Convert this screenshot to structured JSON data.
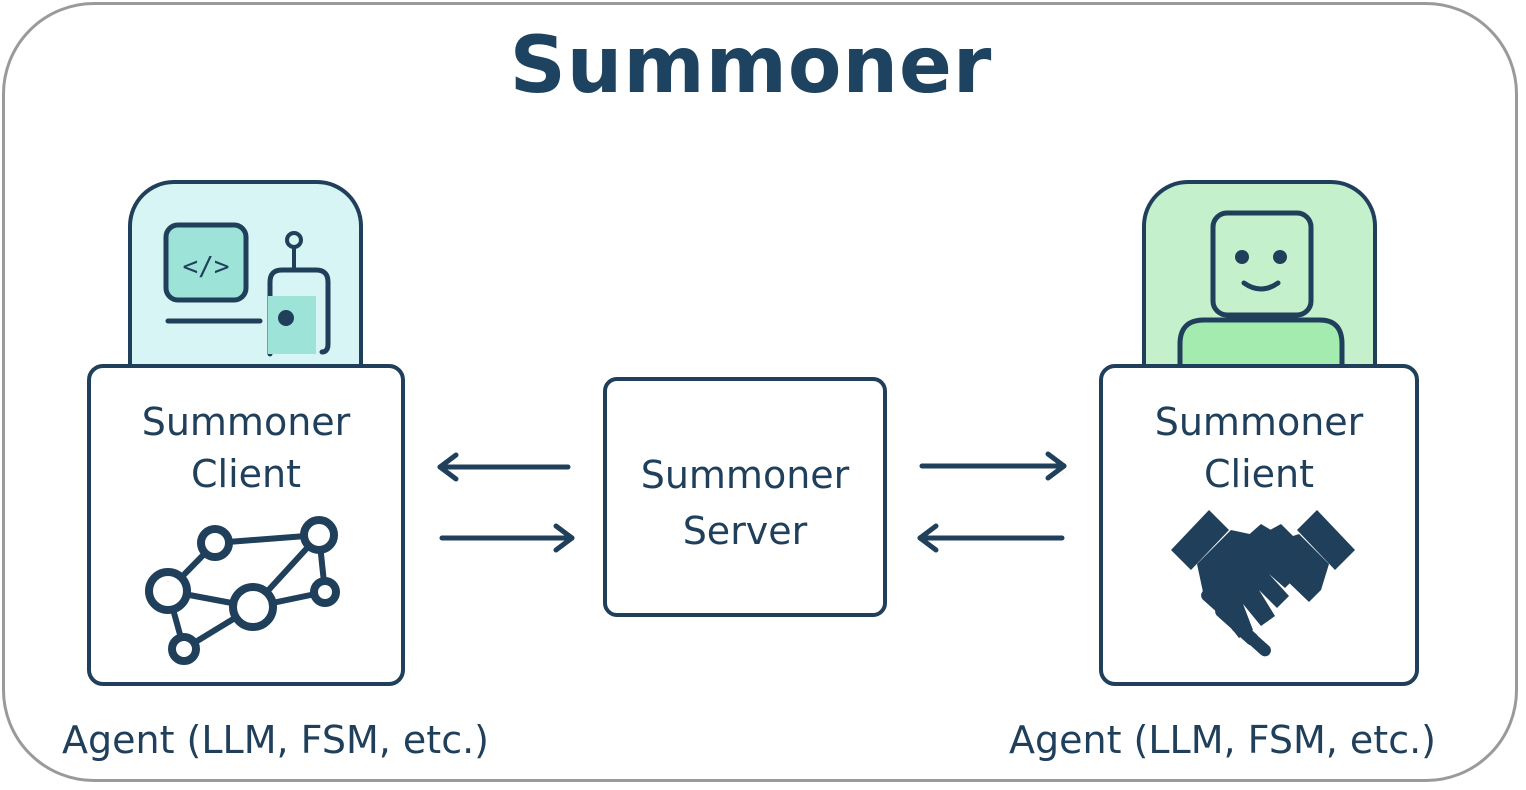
{
  "title": "Summoner",
  "left_client": {
    "label_line1": "Summoner",
    "label_line2": "Client",
    "caption": "Agent (LLM, FSM, etc.)",
    "tab_icon": "code-robot-icon",
    "card_icon": "network-graph-icon"
  },
  "server": {
    "label_line1": "Summoner",
    "label_line2": "Server"
  },
  "right_client": {
    "label_line1": "Summoner",
    "label_line2": "Client",
    "caption": "Agent (LLM, FSM, etc.)",
    "tab_icon": "smiling-robot-icon",
    "card_icon": "handshake-icon"
  },
  "colors": {
    "ink": "#1f3f5b",
    "title": "#1e4360",
    "left_tab_fill": "#d7f5f4",
    "right_tab_fill": "#c4f0cc",
    "robot_fill": "#9ee3d8",
    "body_fill": "#a4ebb0"
  }
}
